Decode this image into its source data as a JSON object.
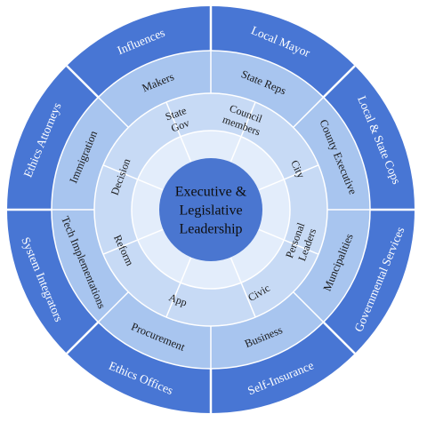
{
  "colors": {
    "outer_ring": "#4876d4",
    "ring3": "#a8c5ef",
    "ring2": "#c7daf5",
    "ring1": "#e3edfb",
    "center": "#4a76d0",
    "divider": "#ffffff"
  },
  "center": {
    "lines": [
      "Executive &",
      "Legislative",
      "Leadership"
    ]
  },
  "outer_ring": {
    "segments": [
      "Local Mayor",
      "Local & State Cops",
      "Governmental Services",
      "Self-Insurance",
      "Ethics Offices",
      "System Integrators",
      "Ethics Attorneys",
      "Influences"
    ]
  },
  "ring3": {
    "segments": [
      "State Reps",
      "County Executive",
      "Muncipalities",
      "Business",
      "Procurement",
      "Tech Implementations",
      "Immigration",
      "Makers"
    ]
  },
  "ring2": {
    "segments": [
      "Council members",
      "City",
      "Personal Leaders",
      "Civic",
      "App",
      "Reform",
      "Decision",
      "State Gov"
    ]
  }
}
